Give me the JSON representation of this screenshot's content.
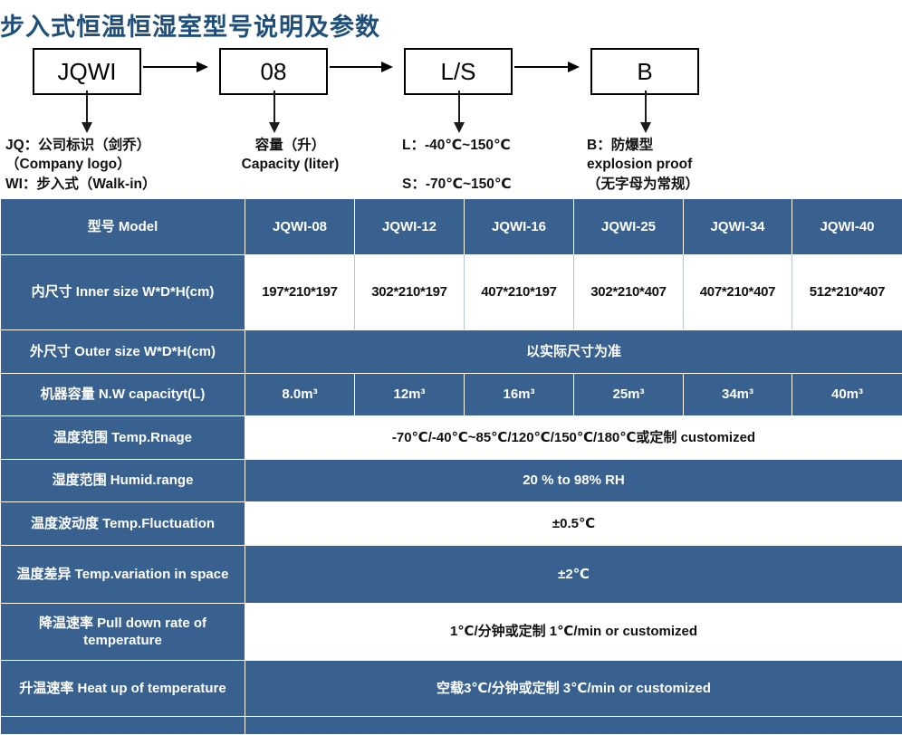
{
  "page_title": "步入式恒温恒湿室型号说明及参数",
  "diagram": {
    "nodes": [
      {
        "label": "JQWI"
      },
      {
        "label": "08"
      },
      {
        "label": "L/S"
      },
      {
        "label": "B"
      }
    ],
    "legends": [
      "JQ：公司标识（剑乔）\n（Company logo）\nWI：步入式（Walk-in）",
      "容量（升）\nCapacity (liter)",
      "L：-40℃~150℃\n\nS：-70℃~150℃",
      "B：防爆型\nexplosion proof\n（无字母为常规）"
    ]
  },
  "table": {
    "models": [
      "JQWI-08",
      "JQWI-12",
      "JQWI-16",
      "JQWI-25",
      "JQWI-34",
      "JQWI-40"
    ],
    "rows": [
      {
        "label": "型号 Model",
        "type": "header",
        "values": [
          "JQWI-08",
          "JQWI-12",
          "JQWI-16",
          "JQWI-25",
          "JQWI-34",
          "JQWI-40"
        ]
      },
      {
        "label": "内尺寸 Inner size W*D*H(cm)",
        "type": "white-cells",
        "values": [
          "197*210*197",
          "302*210*197",
          "407*210*197",
          "302*210*407",
          "407*210*407",
          "512*210*407"
        ]
      },
      {
        "label": "外尺寸 Outer size W*D*H(cm)",
        "type": "blue-span",
        "value": "以实际尺寸为准"
      },
      {
        "label": "机器容量 N.W capacityt(L)",
        "type": "blue-cells",
        "values": [
          "8.0m³",
          "12m³",
          "16m³",
          "25m³",
          "34m³",
          "40m³"
        ]
      },
      {
        "label": "温度范围 Temp.Rnage",
        "type": "white-span",
        "value": "-70℃/-40℃~85℃/120℃/150℃/180℃或定制 customized"
      },
      {
        "label": "湿度范围 Humid.range",
        "type": "blue-span",
        "value": "20 % to 98% RH"
      },
      {
        "label": "温度波动度 Temp.Fluctuation",
        "type": "white-span",
        "value": "±0.5℃"
      },
      {
        "label": "温度差异 Temp.variation in space",
        "type": "blue-span",
        "value": "±2℃"
      },
      {
        "label": "降温速率 Pull down rate of temperature",
        "type": "white-span",
        "value": "1℃/分钟或定制    1℃/min or customized"
      },
      {
        "label": "升温速率 Heat up of temperature",
        "type": "blue-span",
        "value": "空载3℃/分钟或定制 3℃/min or customized"
      },
      {
        "label": "",
        "type": "blue-span",
        "value": ""
      }
    ]
  },
  "colors": {
    "title": "#1F4E79",
    "table_blue": "#38618F",
    "white": "#FFFFFF",
    "text_dark": "#111111"
  }
}
